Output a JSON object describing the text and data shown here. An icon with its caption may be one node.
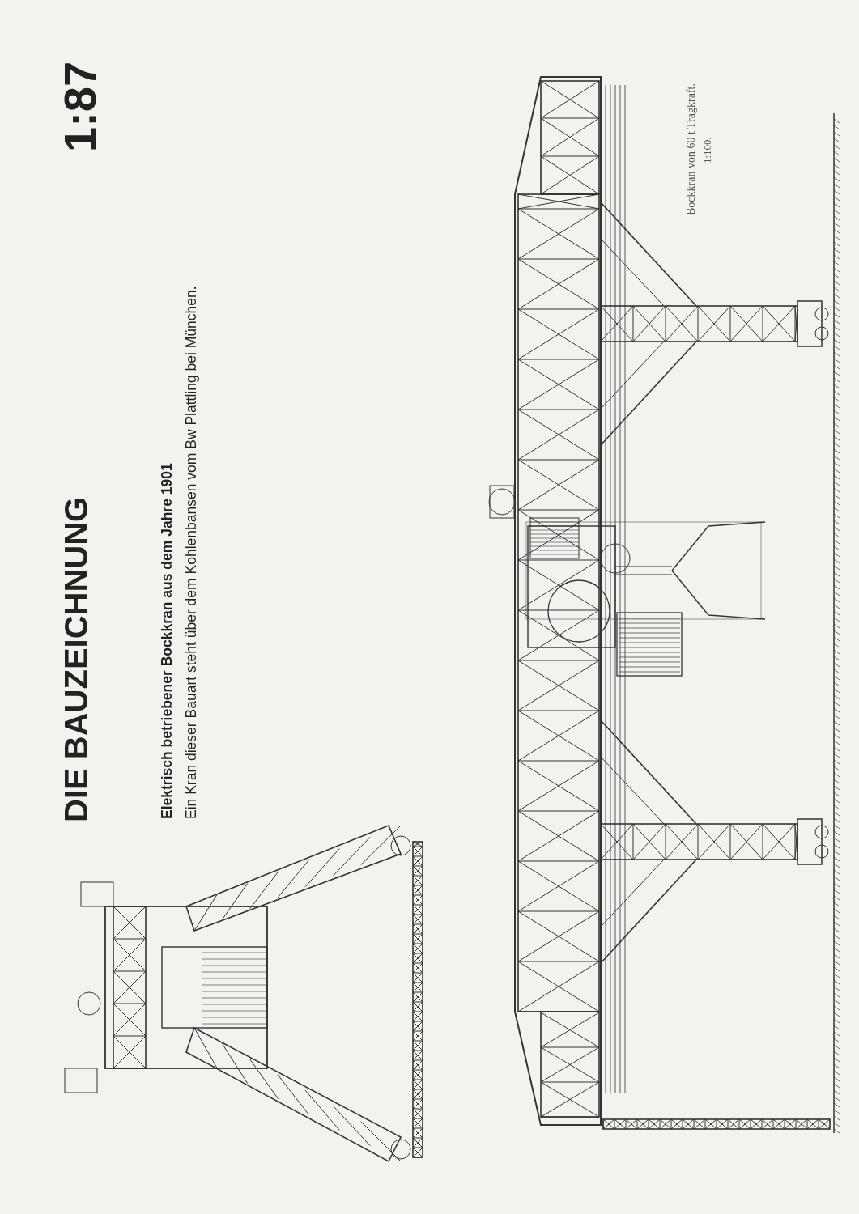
{
  "diagram": {
    "title": "DIE BAUZEICHNUNG",
    "labels": [
      "1:87",
      "Elektrisch betriebener Bockkran aus dem Jahre 1901",
      "Ein Kran dieser Bauart steht über dem Kohlenbansen vom Bw Plattling bei München.",
      "Bockkran von 60 t Tragkraft.",
      "1:100."
    ]
  }
}
